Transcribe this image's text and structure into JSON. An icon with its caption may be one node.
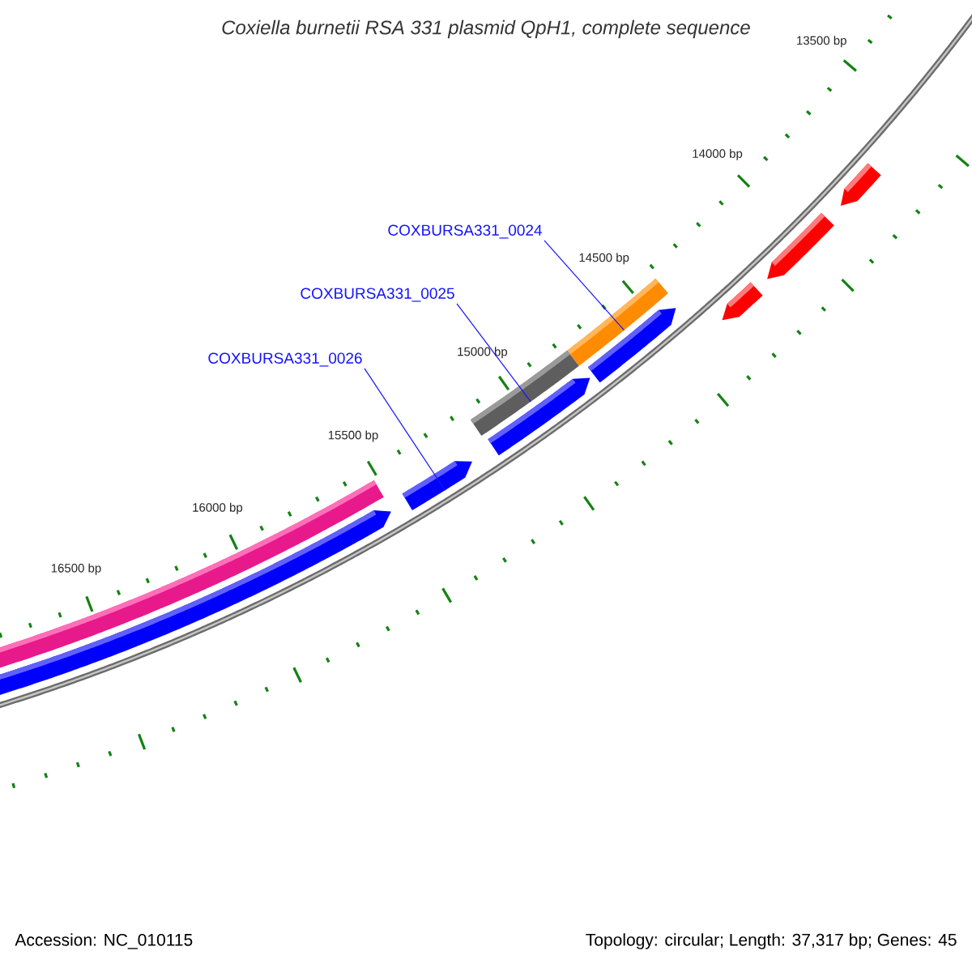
{
  "diagram": {
    "title": "Coxiella burnetii RSA 331 plasmid QpH1, complete sequence",
    "nodes": [
      {
        "text": [
          "COXBURSA331_0024"
        ]
      },
      {
        "text": [
          "COXBURSA331_0025"
        ]
      },
      {
        "text": [
          "COXBURSA331_0026"
        ]
      },
      {
        "text": [],
        "shape": "bar"
      },
      {
        "text": [],
        "shape": "bar"
      },
      {
        "text": [],
        "shape": "arrow"
      }
    ],
    "edges": [
      {
        "from": 0,
        "to": 3,
        "arrow": "none"
      },
      {
        "from": 1,
        "to": 4,
        "arrow": "none"
      },
      {
        "from": 2,
        "to": 5,
        "arrow": "none"
      }
    ],
    "labels": [
      "13500 bp",
      "14000 bp",
      "14500 bp",
      "15000 bp",
      "15500 bp",
      "16000 bp",
      "16500 bp",
      "Accession: NC_010115",
      "Topology: circular; Length: 37,317 bp; Genes: 45"
    ]
  }
}
